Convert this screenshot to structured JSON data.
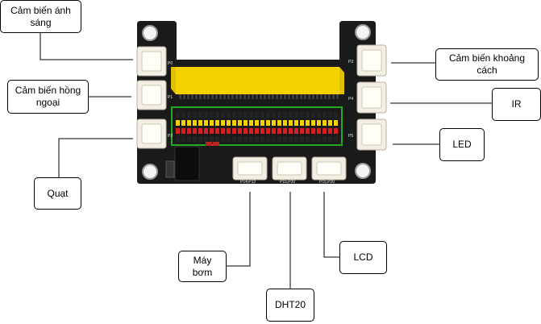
{
  "labels": {
    "light_sensor": "Cảm biến ánh sáng",
    "infrared_sensor": "Cảm biến hồng ngoại",
    "fan": "Quạt",
    "distance_sensor": "Cảm biến khoảng cách",
    "ir": "IR",
    "led": "LED",
    "pump": "Máy bơm",
    "dht20": "DHT20",
    "lcd": "LCD"
  },
  "board_silkscreen": {
    "port_left_1": "P0",
    "port_left_2": "P1",
    "port_left_3": "P2",
    "port_right_1": "P3",
    "port_right_2": "P4",
    "port_right_3": "P5",
    "port_bottom_1": "P14,P12",
    "port_bottom_2": "P15,P20",
    "port_bottom_3": "P15,P20"
  },
  "colors": {
    "board": "#1a1a1a",
    "edge_connector": "#f2d200",
    "header_red": "#d81e1e",
    "header_yellow": "#f2d200",
    "header_black": "#222222",
    "highlight_box": "#22aa22",
    "connector": "#f3efe4",
    "leader_line": "#000000"
  }
}
